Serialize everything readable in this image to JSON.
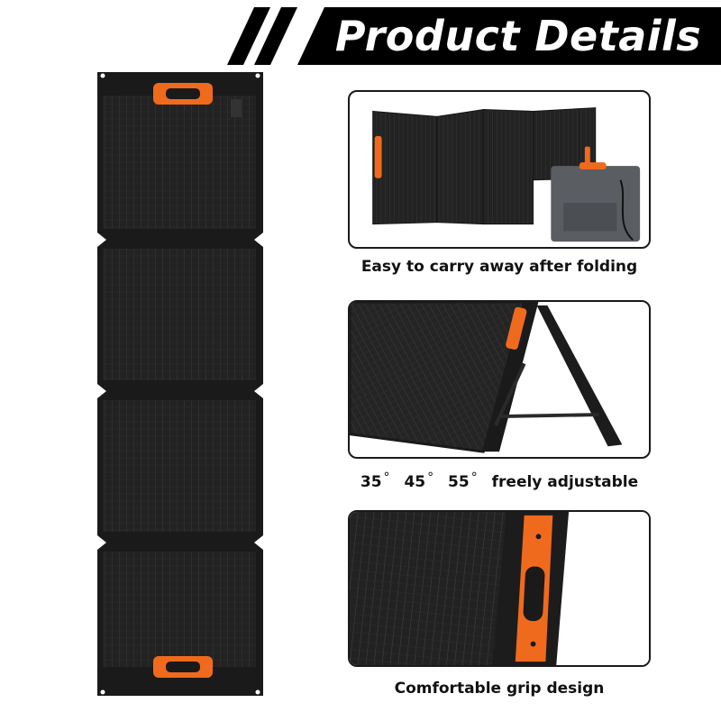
{
  "header": {
    "title": "Product Details",
    "colors": {
      "banner": "#000000",
      "text": "#ffffff"
    }
  },
  "colors": {
    "panel": "#1c1c1c",
    "cell": "#262626",
    "accent_orange": "#f06a1e",
    "frame_border": "#1a1a1a"
  },
  "details": [
    {
      "caption": "Easy to carry away after folding"
    },
    {
      "angles": [
        "35",
        "45",
        "55"
      ],
      "degree_symbol": "°",
      "caption": "freely adjustable"
    },
    {
      "caption": "Comfortable grip design"
    }
  ]
}
